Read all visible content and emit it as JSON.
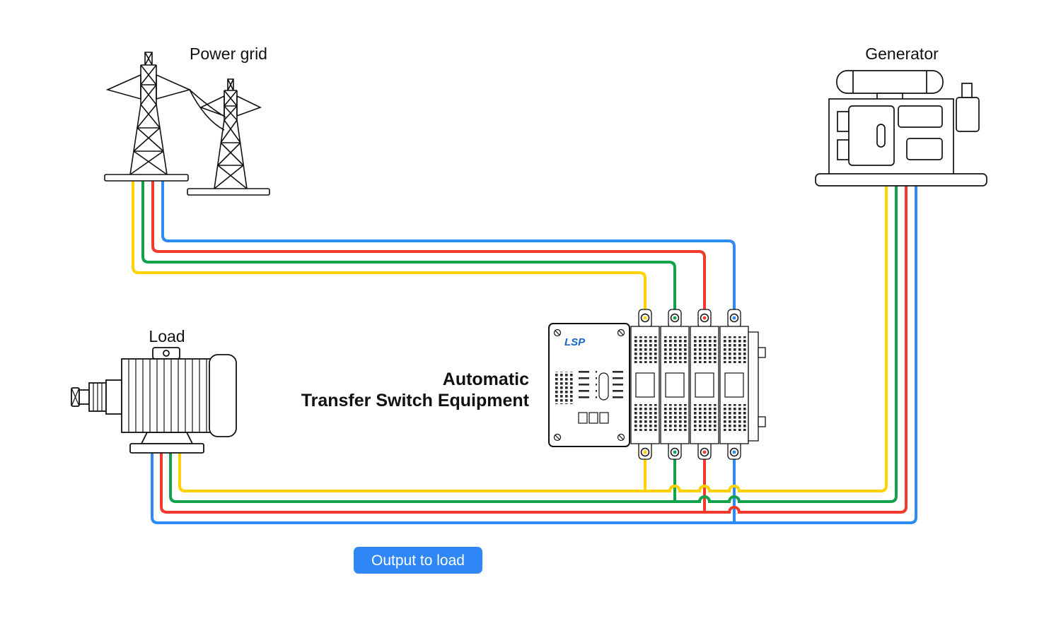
{
  "diagram": {
    "labels": {
      "power_grid": "Power grid",
      "generator": "Generator",
      "load": "Load",
      "ats_title_line1": "Automatic",
      "ats_title_line2": "Transfer Switch Equipment",
      "output_badge": "Output to load",
      "brand": "LSP"
    },
    "colors": {
      "wire_yellow": "#FFD100",
      "wire_green": "#12A24B",
      "wire_red": "#F2392C",
      "wire_blue": "#2E8BF5",
      "badge_blue": "#2F87F5",
      "brand_blue": "#1467C8",
      "line": "#111111"
    }
  }
}
